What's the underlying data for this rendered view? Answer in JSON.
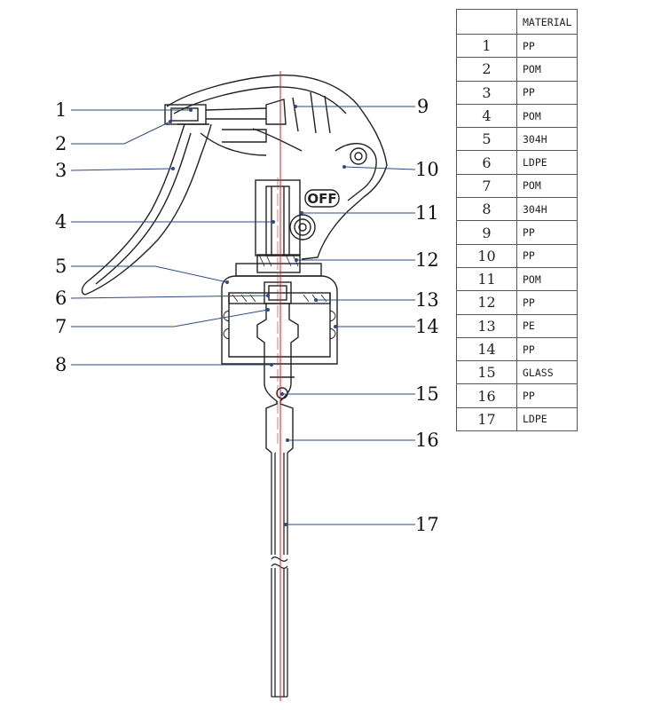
{
  "diagram": {
    "off_label": "OFF",
    "callouts": [
      "1",
      "2",
      "3",
      "4",
      "5",
      "6",
      "7",
      "8",
      "9",
      "10",
      "11",
      "12",
      "13",
      "14",
      "15",
      "16",
      "17"
    ]
  },
  "table": {
    "header_no": "",
    "header_material": "MATERIAL",
    "rows": [
      {
        "no": "1",
        "material": "PP"
      },
      {
        "no": "2",
        "material": "POM"
      },
      {
        "no": "3",
        "material": "PP"
      },
      {
        "no": "4",
        "material": "POM"
      },
      {
        "no": "5",
        "material": "304H"
      },
      {
        "no": "6",
        "material": "LDPE"
      },
      {
        "no": "7",
        "material": "POM"
      },
      {
        "no": "8",
        "material": "304H"
      },
      {
        "no": "9",
        "material": "PP"
      },
      {
        "no": "10",
        "material": "PP"
      },
      {
        "no": "11",
        "material": "POM"
      },
      {
        "no": "12",
        "material": "PP"
      },
      {
        "no": "13",
        "material": "PE"
      },
      {
        "no": "14",
        "material": "PP"
      },
      {
        "no": "15",
        "material": "GLASS"
      },
      {
        "no": "16",
        "material": "PP"
      },
      {
        "no": "17",
        "material": "LDPE"
      }
    ]
  },
  "colors": {
    "leader": "#2b4a8b",
    "centerline": "#d11f1f",
    "outline": "#222222"
  }
}
